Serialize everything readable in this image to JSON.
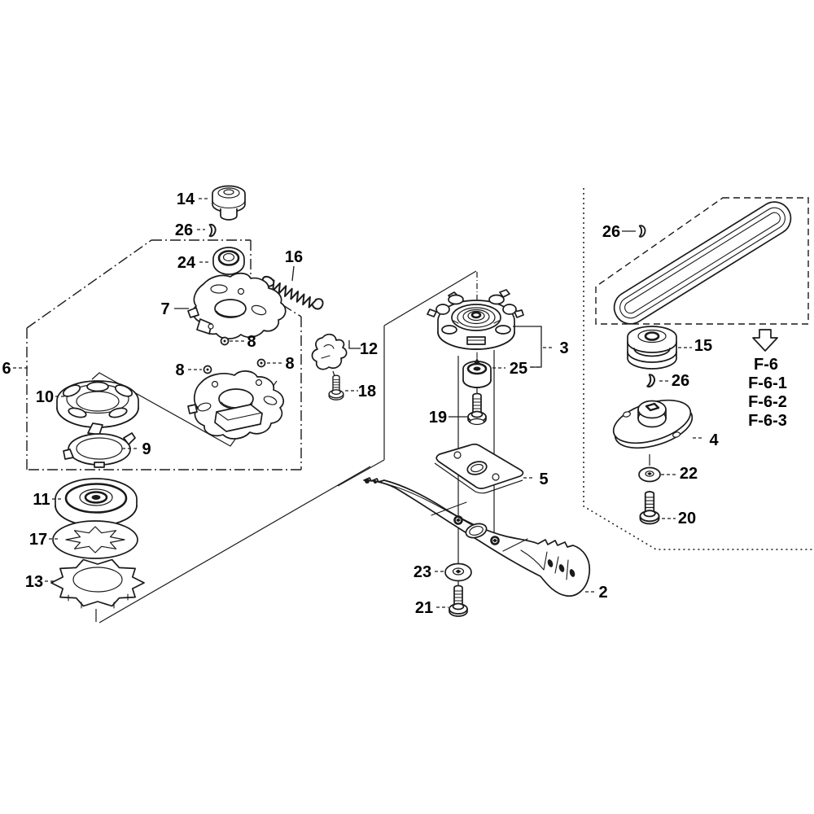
{
  "callouts": {
    "c14": "14",
    "c26a": "26",
    "c24": "24",
    "c16": "16",
    "c7": "7",
    "c8a": "8",
    "c8b": "8",
    "c8c": "8",
    "c12": "12",
    "c18": "18",
    "c6": "6",
    "c10": "10",
    "c9": "9",
    "c11": "11",
    "c17": "17",
    "c13": "13",
    "c3": "3",
    "c25": "25",
    "c19": "19",
    "c5": "5",
    "c23": "23",
    "c21": "21",
    "c2": "2",
    "c26b": "26",
    "c15": "15",
    "c26c": "26",
    "c4": "4",
    "c22": "22",
    "c20": "20"
  },
  "section_labels": {
    "f6": "F-6",
    "f6_1": "F-6-1",
    "f6_2": "F-6-2",
    "f6_3": "F-6-3"
  },
  "colors": {
    "line": "#1a1a1a",
    "background": "#ffffff"
  }
}
